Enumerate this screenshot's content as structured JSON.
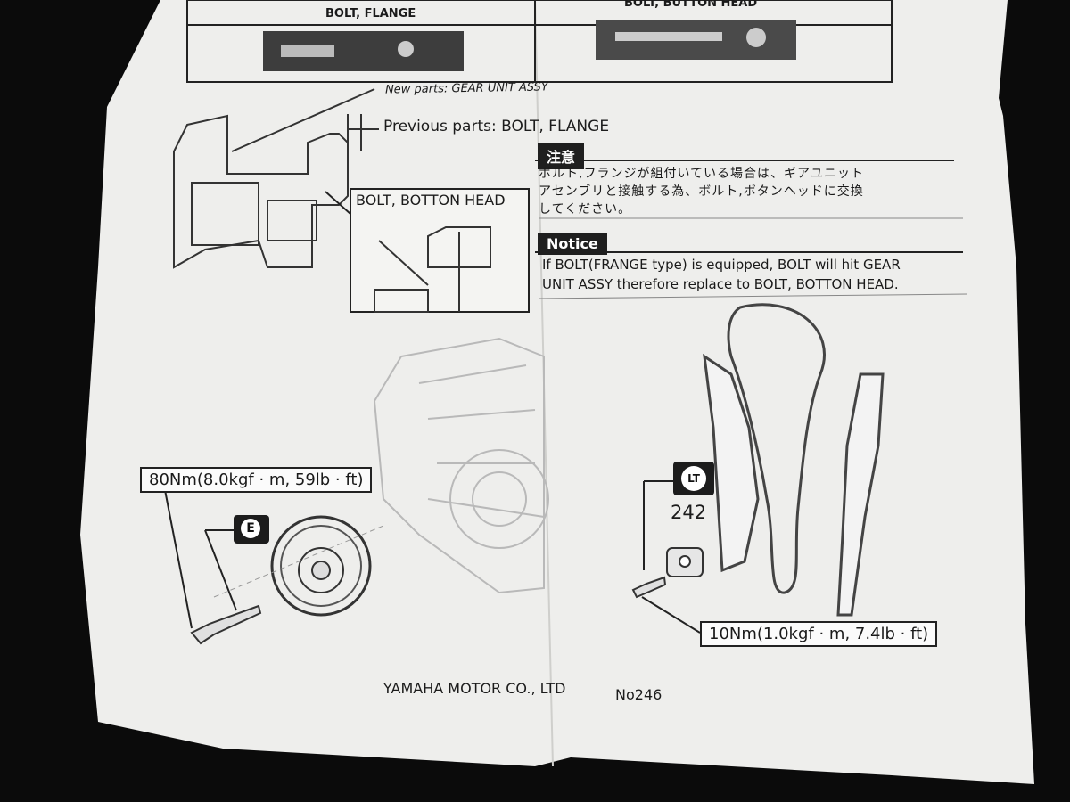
{
  "top_table": {
    "left_label": "BOLT, FLANGE",
    "right_label": "BOLT, BUTTON HEAD"
  },
  "diagram_labels": {
    "new_parts": "New parts: GEAR UNIT ASSY",
    "previous_parts": "Previous parts: BOLT, FLANGE",
    "bolt_botton_head": "BOLT, BOTTON HEAD"
  },
  "caution": {
    "title": "注意",
    "line1": "ボルト,フランジが組付いている場合は、ギアユニット",
    "line2": "アセンブリと接触する為、ボルト,ボタンヘッドに交換",
    "line3": "してください。"
  },
  "notice": {
    "title": "Notice",
    "line1": "If BOLT(FRANGE type) is equipped, BOLT will hit GEAR",
    "line2": "UNIT ASSY therefore replace to BOLT, BOTTON HEAD."
  },
  "torque": {
    "left": "80Nm(8.0kgf · m, 59lb · ft)",
    "right": "10Nm(1.0kgf · m, 7.4lb · ft)"
  },
  "icons": {
    "e_badge": "E",
    "lt_badge": "LT",
    "lt_number": "242"
  },
  "footer": {
    "company": "YAMAHA  MOTOR  CO., LTD",
    "doc_no": "No246"
  }
}
